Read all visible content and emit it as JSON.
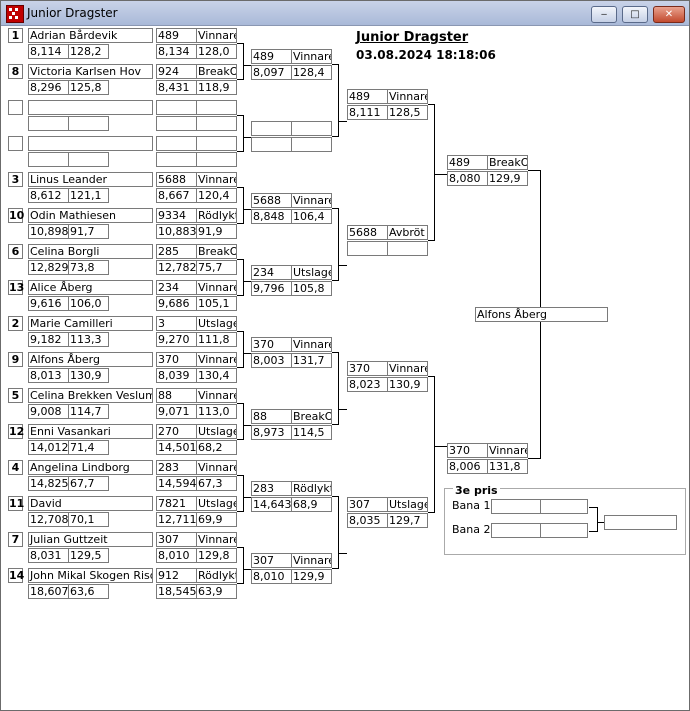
{
  "window": {
    "title": "Junior Dragster",
    "min_label": "‒",
    "max_label": "□",
    "close_label": "✕"
  },
  "header": {
    "title": "Junior Dragster",
    "datetime": "03.08.2024 18:18:06"
  },
  "round1": [
    {
      "seed": "1",
      "name": "Adrian Bårdevik",
      "time": "8,114",
      "speed": "128,2"
    },
    {
      "seed": "8",
      "name": "Victoria Karlsen Hov",
      "time": "8,296",
      "speed": "125,8"
    },
    {
      "seed": "",
      "name": "",
      "time": "",
      "speed": ""
    },
    {
      "seed": "",
      "name": "",
      "time": "",
      "speed": ""
    },
    {
      "seed": "3",
      "name": "Linus Leander",
      "time": "8,612",
      "speed": "121,1"
    },
    {
      "seed": "10",
      "name": "Odin Mathiesen",
      "time": "10,898",
      "speed": "91,7"
    },
    {
      "seed": "6",
      "name": "Celina  Borgli",
      "time": "12,829",
      "speed": "73,8"
    },
    {
      "seed": "13",
      "name": "Alice Åberg",
      "time": "9,616",
      "speed": "106,0"
    },
    {
      "seed": "2",
      "name": "Marie  Camilleri",
      "time": "9,182",
      "speed": "113,3"
    },
    {
      "seed": "9",
      "name": "Alfons Åberg",
      "time": "8,013",
      "speed": "130,9"
    },
    {
      "seed": "5",
      "name": "Celina Brekken Veslum",
      "time": "9,008",
      "speed": "114,7"
    },
    {
      "seed": "12",
      "name": "Enni Vasankari",
      "time": "14,012",
      "speed": "71,4"
    },
    {
      "seed": "4",
      "name": "Angelina  Lindborg",
      "time": "14,825",
      "speed": "67,7"
    },
    {
      "seed": "11",
      "name": "David",
      "time": "12,708",
      "speed": "70,1"
    },
    {
      "seed": "7",
      "name": "Julian  Guttzeit",
      "time": "8,031",
      "speed": "129,5"
    },
    {
      "seed": "14",
      "name": "John Mikal Skogen Risdal",
      "time": "18,607",
      "speed": "63,6"
    }
  ],
  "round2": [
    {
      "num": "489",
      "res": "Vinnare",
      "time": "8,134",
      "speed": "128,0"
    },
    {
      "num": "924",
      "res": "BreakOut",
      "time": "8,431",
      "speed": "118,9"
    },
    {
      "num": "",
      "res": "",
      "time": "",
      "speed": ""
    },
    {
      "num": "",
      "res": "",
      "time": "",
      "speed": ""
    },
    {
      "num": "5688",
      "res": "Vinnare",
      "time": "8,667",
      "speed": "120,4"
    },
    {
      "num": "9334",
      "res": "Rödlykta",
      "time": "10,883",
      "speed": "91,9"
    },
    {
      "num": "285",
      "res": "BreakOut",
      "time": "12,782",
      "speed": "75,7"
    },
    {
      "num": "234",
      "res": "Vinnare",
      "time": "9,686",
      "speed": "105,1"
    },
    {
      "num": "3",
      "res": "Utslagen",
      "time": "9,270",
      "speed": "111,8"
    },
    {
      "num": "370",
      "res": "Vinnare",
      "time": "8,039",
      "speed": "130,4"
    },
    {
      "num": "88",
      "res": "Vinnare",
      "time": "9,071",
      "speed": "113,0"
    },
    {
      "num": "270",
      "res": "Utslagen",
      "time": "14,501",
      "speed": "68,2"
    },
    {
      "num": "283",
      "res": "Vinnare",
      "time": "14,594",
      "speed": "67,3"
    },
    {
      "num": "7821",
      "res": "Utslagen",
      "time": "12,711",
      "speed": "69,9"
    },
    {
      "num": "307",
      "res": "Vinnare",
      "time": "8,010",
      "speed": "129,8"
    },
    {
      "num": "912",
      "res": "Rödlykta",
      "time": "18,545",
      "speed": "63,9"
    }
  ],
  "round3": [
    {
      "num": "489",
      "res": "Vinnare",
      "time": "8,097",
      "speed": "128,4"
    },
    {
      "num": "",
      "res": "",
      "time": "",
      "speed": ""
    },
    {
      "num": "5688",
      "res": "Vinnare",
      "time": "8,848",
      "speed": "106,4"
    },
    {
      "num": "234",
      "res": "Utslagen",
      "time": "9,796",
      "speed": "105,8"
    },
    {
      "num": "370",
      "res": "Vinnare",
      "time": "8,003",
      "speed": "131,7"
    },
    {
      "num": "88",
      "res": "BreakOut",
      "time": "8,973",
      "speed": "114,5"
    },
    {
      "num": "283",
      "res": "Rödlykta",
      "time": "14,643",
      "speed": "68,9"
    },
    {
      "num": "307",
      "res": "Vinnare",
      "time": "8,010",
      "speed": "129,9"
    }
  ],
  "round4": [
    {
      "num": "489",
      "res": "Vinnare",
      "time": "8,111",
      "speed": "128,5"
    },
    {
      "num": "5688",
      "res": "Avbröt",
      "time": "",
      "speed": ""
    },
    {
      "num": "370",
      "res": "Vinnare",
      "time": "8,023",
      "speed": "130,9"
    },
    {
      "num": "307",
      "res": "Utslagen",
      "time": "8,035",
      "speed": "129,7"
    }
  ],
  "round5": [
    {
      "num": "489",
      "res": "BreakOut",
      "time": "8,080",
      "speed": "129,9"
    },
    {
      "num": "370",
      "res": "Vinnare",
      "time": "8,006",
      "speed": "131,8"
    }
  ],
  "winner": "Alfons Åberg",
  "third_place": {
    "title": "3e pris",
    "lane1": "Bana 1",
    "lane2": "Bana 2"
  }
}
